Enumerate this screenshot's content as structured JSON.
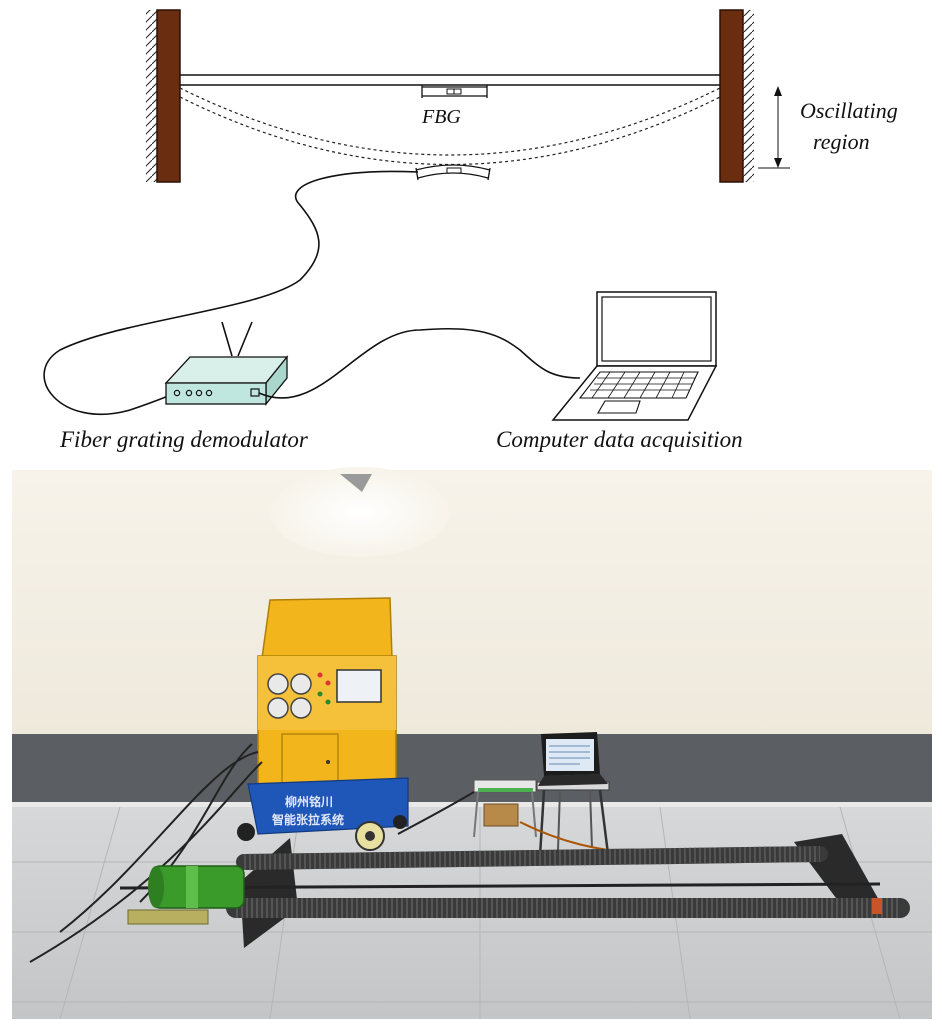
{
  "diagram": {
    "fbg_label": "FBG",
    "oscillating_label_line1": "Oscillating",
    "oscillating_label_line2": "region",
    "demodulator_label": "Fiber grating demodulator",
    "computer_label": "Computer data acquisition"
  },
  "photo": {
    "cart_text_line1": "柳州铭川",
    "cart_text_line2": "智能张拉系统"
  },
  "colors": {
    "wall_support": "#6b2d0f",
    "demodulator_body": "#bfe6df",
    "machine_yellow": "#f2b51c",
    "machine_blue": "#1f57b8",
    "motor_green": "#3a9a2a",
    "floor_grey": "#c9cbcc",
    "wall_band": "#5b5e62",
    "wall_cream": "#f4efe4"
  }
}
